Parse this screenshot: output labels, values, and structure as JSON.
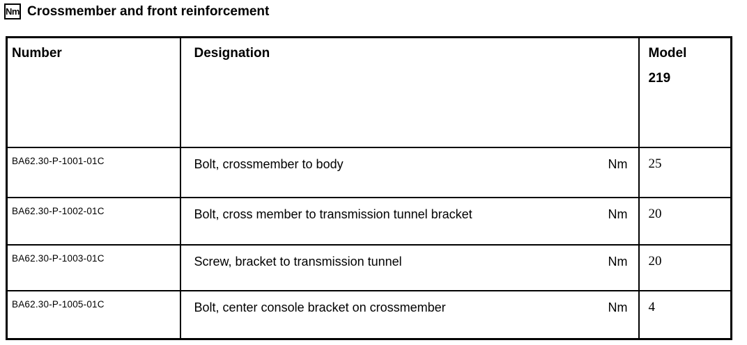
{
  "page": {
    "icon_label": "Nm",
    "title": "Crossmember and front reinforcement"
  },
  "table": {
    "headers": {
      "number": "Number",
      "designation": "Designation",
      "model_line1": "Model",
      "model_line2": "219"
    },
    "rows": [
      {
        "number": "BA62.30-P-1001-01C",
        "designation": "Bolt, crossmember to body",
        "unit": "Nm",
        "value": "25"
      },
      {
        "number": "BA62.30-P-1002-01C",
        "designation": "Bolt, cross member to transmission tunnel bracket",
        "unit": "Nm",
        "value": "20"
      },
      {
        "number": "BA62.30-P-1003-01C",
        "designation": "Screw, bracket to transmission tunnel",
        "unit": "Nm",
        "value": "20"
      },
      {
        "number": "BA62.30-P-1005-01C",
        "designation": "Bolt, center console bracket on crossmember",
        "unit": "Nm",
        "value": "4"
      }
    ]
  }
}
